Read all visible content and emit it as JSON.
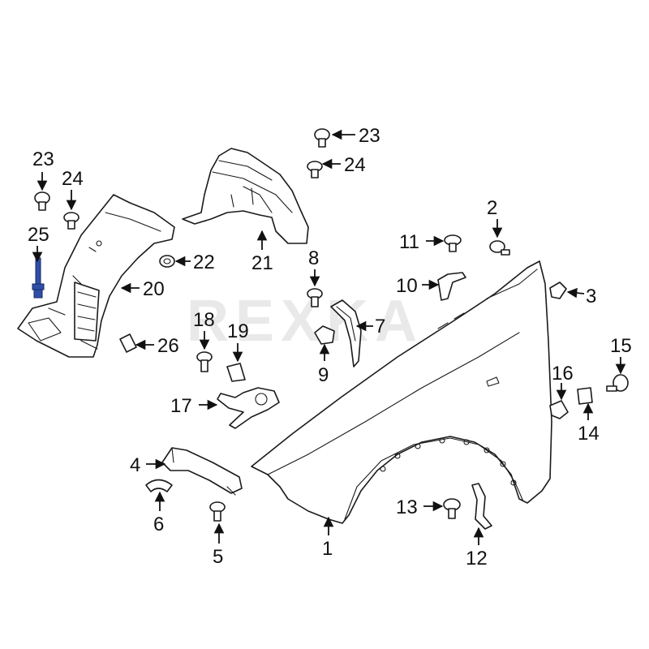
{
  "watermark": "REXKA",
  "colors": {
    "line": "#1a1a1a",
    "highlight_bolt": "#2e4fa8",
    "background": "#ffffff"
  },
  "callouts": {
    "c1": "1",
    "c2": "2",
    "c3": "3",
    "c4": "4",
    "c5": "5",
    "c6": "6",
    "c7": "7",
    "c8": "8",
    "c9": "9",
    "c10": "10",
    "c11": "11",
    "c12": "12",
    "c13": "13",
    "c14": "14",
    "c15": "15",
    "c16": "16",
    "c17": "17",
    "c18": "18",
    "c19": "19",
    "c20": "20",
    "c21": "21",
    "c22": "22",
    "c23a": "23",
    "c23b": "23",
    "c24a": "24",
    "c24b": "24",
    "c25": "25",
    "c26": "26"
  }
}
